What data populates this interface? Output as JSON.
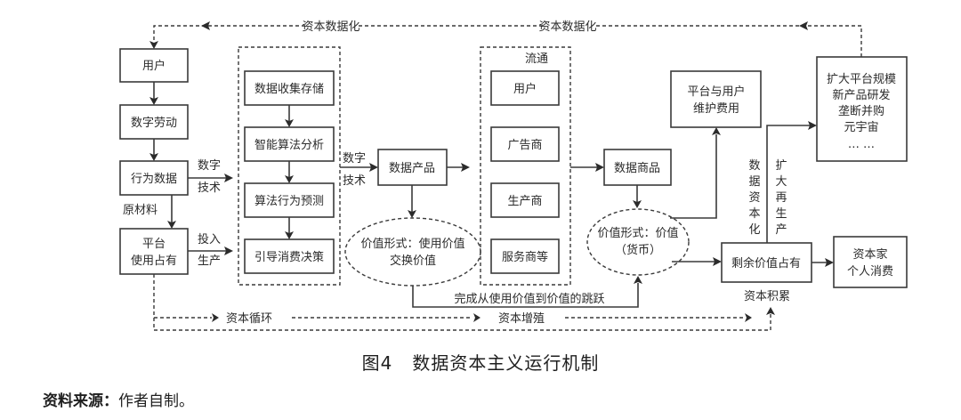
{
  "figure": {
    "number": "图4",
    "title": "数据资本主义运行机制",
    "source_label": "资料来源：",
    "source_text": "作者自制。"
  },
  "nodes": {
    "user": "用户",
    "digital_labor": "数字劳动",
    "behavior_data": "行为数据",
    "platform_use_1": "平台",
    "platform_use_2": "使用占有",
    "collect_store": "数据收集存储",
    "smart_analysis": "智能算法分析",
    "behavior_predict": "算法行为预测",
    "guide_consume": "引导消费决策",
    "data_product": "数据产品",
    "circulation_title": "流通",
    "circ_user": "用户",
    "circ_advertiser": "广告商",
    "circ_producer": "生产商",
    "circ_service": "服务商等",
    "data_goods": "数据商品",
    "maintenance_1": "平台与用户",
    "maintenance_2": "维护费用",
    "expand_1": "扩大平台规模",
    "expand_2": "新产品研发",
    "expand_3": "垄断并购",
    "expand_4": "元宇宙",
    "expand_5": "…  …",
    "surplus": "剩余价值占有",
    "capitalist_1": "资本家",
    "capitalist_2": "个人消费",
    "value_form1_1": "价值形式：使用价值",
    "value_form1_2": "交换价值",
    "value_form2_1": "价值形式：价值",
    "value_form2_2": "（货币）"
  },
  "labels": {
    "capital_datafication_left": "资本数据化",
    "capital_datafication_right": "资本数据化",
    "digital_tech_1a": "数字",
    "digital_tech_1b": "技术",
    "raw_material": "原材料",
    "input_prod_a": "投入",
    "input_prod_b": "生产",
    "digital_tech_2a": "数字",
    "digital_tech_2b": "技术",
    "leap": "完成从使用价值到价值的跳跃",
    "capital_cycle": "资本循环",
    "capital_increment": "资本增殖",
    "capital_accumulation": "资本积累",
    "data_capitalization": [
      "数",
      "据",
      "资",
      "本",
      "化"
    ],
    "expanded_reproduction": [
      "扩",
      "大",
      "再",
      "生",
      "产"
    ]
  }
}
